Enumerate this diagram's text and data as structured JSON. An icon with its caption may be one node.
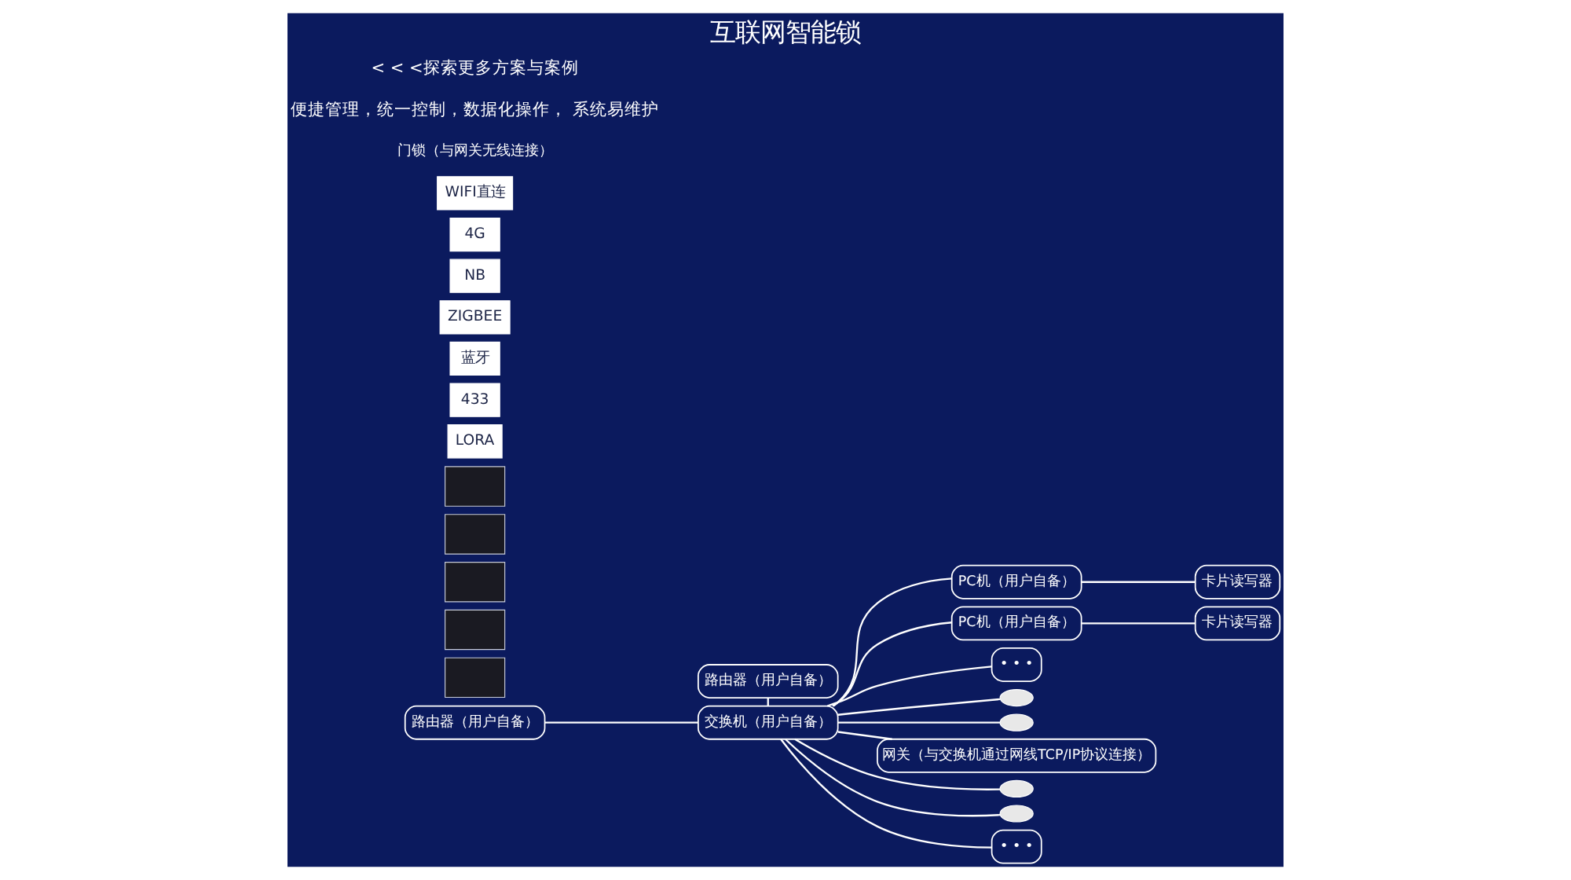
{
  "diagram": {
    "title": "互联网智能锁",
    "nodes": [
      {
        "text": [
          "路由器（用户自备）"
        ]
      },
      {
        "text": [
          "路由器（用户自备）"
        ]
      },
      {
        "text": [
          "交换机（用户自备）"
        ]
      },
      {
        "text": [
          "PC机（用户自备）"
        ]
      },
      {
        "text": [
          "卡片读写器"
        ]
      },
      {
        "text": [
          "PC机（用户自备）"
        ]
      },
      {
        "text": [
          "卡片读写器"
        ]
      },
      {
        "text": [
          "• • •"
        ]
      },
      {
        "text": [],
        "shape": "ellipse"
      },
      {
        "text": [],
        "shape": "ellipse"
      },
      {
        "text": [
          "网关（与交换机通过网线TCP/IP协议连接）"
        ]
      },
      {
        "text": [],
        "shape": "ellipse"
      },
      {
        "text": [],
        "shape": "ellipse"
      },
      {
        "text": [
          "• • •"
        ]
      },
      {
        "text": [],
        "shape": "box"
      },
      {
        "text": [],
        "shape": "box"
      },
      {
        "text": [],
        "shape": "box"
      },
      {
        "text": [],
        "shape": "box"
      },
      {
        "text": [],
        "shape": "box"
      },
      {
        "text": [
          "LORA"
        ]
      },
      {
        "text": [
          "433"
        ]
      },
      {
        "text": [
          "蓝牙"
        ]
      },
      {
        "text": [
          "ZIGBEE"
        ]
      },
      {
        "text": [
          "NB"
        ]
      },
      {
        "text": [
          "4G"
        ]
      },
      {
        "text": [
          "WIFI直连"
        ]
      }
    ],
    "edges": [
      {
        "from": 0,
        "to": 2,
        "arrow": "none"
      },
      {
        "from": 1,
        "to": 2,
        "arrow": "none"
      },
      {
        "from": 2,
        "to": 3,
        "arrow": "none"
      },
      {
        "from": 2,
        "to": 5,
        "arrow": "none"
      },
      {
        "from": 2,
        "to": 7,
        "arrow": "none"
      },
      {
        "from": 3,
        "to": 4,
        "arrow": "none"
      },
      {
        "from": 5,
        "to": 6,
        "arrow": "none"
      },
      {
        "from": 2,
        "to": 8,
        "arrow": "none"
      },
      {
        "from": 2,
        "to": 9,
        "arrow": "none"
      },
      {
        "from": 2,
        "to": 10,
        "arrow": "none"
      },
      {
        "from": 2,
        "to": 11,
        "arrow": "none"
      },
      {
        "from": 2,
        "to": 12,
        "arrow": "none"
      },
      {
        "from": 2,
        "to": 13,
        "arrow": "none"
      }
    ],
    "labels": [
      "门锁（与网关无线连接）",
      "便捷管理，统一控制，数据化操作， 系统易维护",
      "< < <探索更多方案与案例"
    ]
  }
}
